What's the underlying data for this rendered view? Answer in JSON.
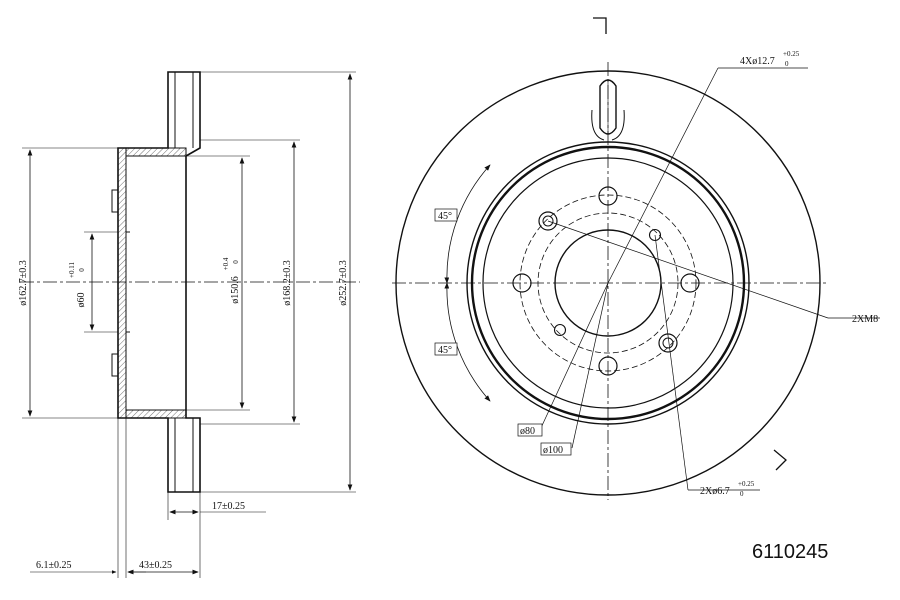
{
  "part_number": "6110245",
  "colors": {
    "line": "#111111",
    "background": "#ffffff"
  },
  "side_view": {
    "dia_162": "ø162.7±0.3",
    "dia_60": "ø60",
    "dia_60_tol": "+0.11",
    "dia_60_tol0": "0",
    "dia_150": "ø150.6",
    "dia_150_tol": "+0.4",
    "dia_150_tol0": "0",
    "dia_168": "ø168.2±0.3",
    "dia_252": "ø252.7±0.3",
    "thickness": "17±0.25",
    "flange": "6.1±0.25",
    "height": "43±0.25"
  },
  "front_view": {
    "holes_4": "4Xø12.7",
    "holes_4_tol": "+0.25",
    "holes_4_tol0": "0",
    "thread": "2XM8",
    "holes_2": "2Xø6.7",
    "holes_2_tol": "+0.25",
    "holes_2_tol0": "0",
    "angle_top": "45°",
    "angle_bottom": "45°",
    "pcd_80": "ø80",
    "pcd_100": "ø100"
  }
}
